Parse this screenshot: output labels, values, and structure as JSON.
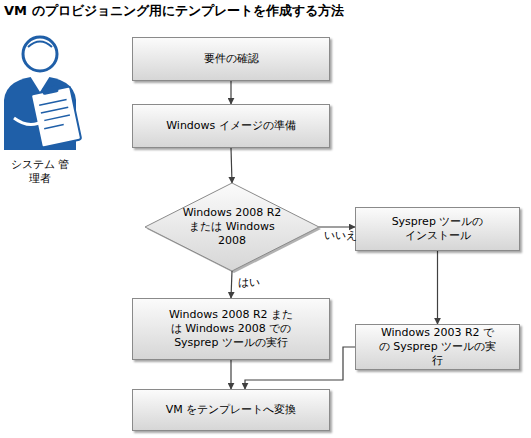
{
  "diagram": {
    "title": "VM のプロビジョニング用にテンプレートを作成する方法",
    "nodes": [
      {
        "text": [
          "要件の確認"
        ]
      },
      {
        "text": [
          "Windows イメージの準備"
        ]
      },
      {
        "text": [
          "Windows 2008 R2 または Windows 2008"
        ]
      },
      {
        "text": [
          "Sysprep ツールの インストール"
        ]
      },
      {
        "text": [
          "Windows 2008 R2 または Windows 2008 での Sysprep ツールの実行"
        ]
      },
      {
        "text": [
          "Windows 2003 R2 での Sysprep ツールの実行"
        ]
      },
      {
        "text": [
          "VM をテンプレートへ変換"
        ]
      }
    ],
    "edges": [
      {
        "from": 0,
        "to": 1,
        "arrow": "to"
      },
      {
        "from": 1,
        "to": 2,
        "arrow": "to"
      },
      {
        "from": 2,
        "to": 3,
        "label": "いいえ",
        "arrow": "to"
      },
      {
        "from": 2,
        "to": 4,
        "label": "はい",
        "arrow": "to"
      },
      {
        "from": 3,
        "to": 5,
        "arrow": "to"
      },
      {
        "from": 4,
        "to": 6,
        "arrow": "to"
      },
      {
        "from": 5,
        "to": 6,
        "arrow": "to"
      }
    ],
    "labels": [
      "システム 管理者"
    ]
  }
}
